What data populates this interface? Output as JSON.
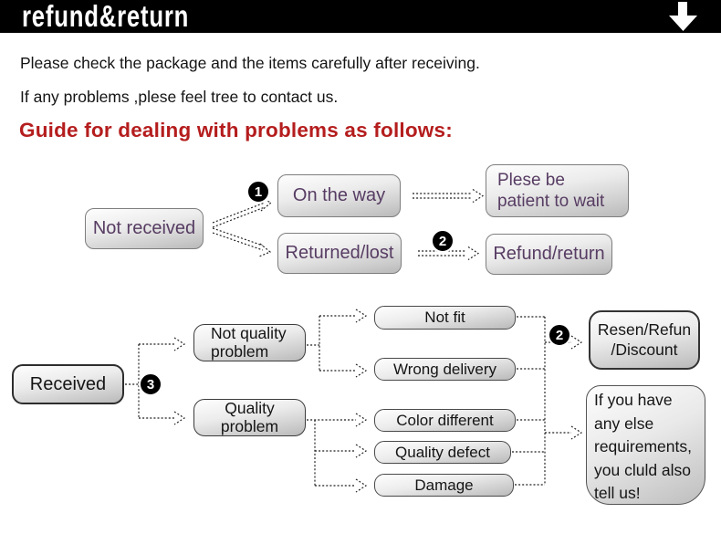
{
  "banner": {
    "title": "refund&return",
    "bg_color": "#000000",
    "text_color": "#ffffff",
    "arrow_icon": "down-arrow"
  },
  "intro": {
    "line1": "Please check the package and the items carefully after receiving.",
    "line2": "If any problems ,plese feel tree to contact us."
  },
  "heading": {
    "text": "Guide for dealing with problems as follows:",
    "color": "#b51d1d"
  },
  "flow1": {
    "not_received": "Not received",
    "on_the_way": "On the way",
    "returned_lost": "Returned/lost",
    "patient": "Plese be\npatient to wait",
    "refund_return": "Refund/return",
    "badge_1": "1",
    "badge_2": "2",
    "text_color": "#573c63"
  },
  "flow2": {
    "received": "Received",
    "badge_3": "3",
    "not_quality": "Not quality\nproblem",
    "quality_problem": "Quality\nproblem",
    "not_fit": "Not fit",
    "wrong_delivery": "Wrong delivery",
    "color_different": "Color different",
    "quality_defect": "Quality defect",
    "damage": "Damage",
    "badge_2": "2",
    "outcome": "Resen/Refun\n/Discount",
    "note": "If you have\nany else\nrequirements,\nyou cluld also\ntell us!",
    "text_color": "#151515"
  },
  "style": {
    "node_gradient_top": "#fefefe",
    "node_gradient_bottom": "#b9b9b9",
    "badge_bg": "#000000",
    "connector_style": "dotted"
  }
}
